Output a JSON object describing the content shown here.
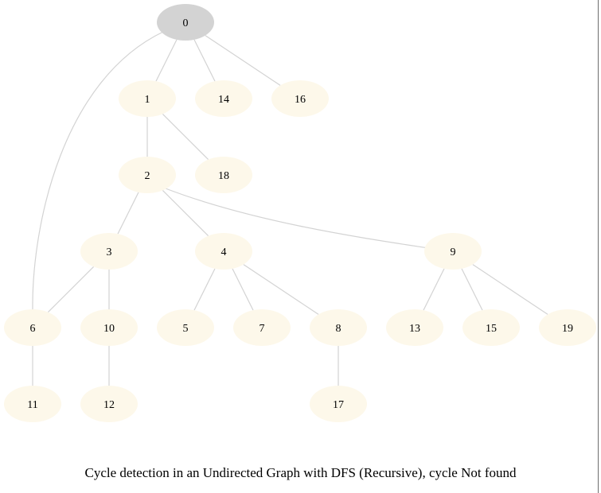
{
  "caption": "Cycle detection in an Undirected Graph with DFS (Recursive), cycle Not found",
  "colors": {
    "root_fill": "#d3d3d3",
    "node_fill": "#fdf8ea",
    "edge_stroke": "#d3d3d3",
    "text": "#000000"
  },
  "graph": {
    "root": "0",
    "nodes": [
      {
        "id": "0",
        "label": "0",
        "highlight": true
      },
      {
        "id": "1",
        "label": "1"
      },
      {
        "id": "14",
        "label": "14"
      },
      {
        "id": "16",
        "label": "16"
      },
      {
        "id": "2",
        "label": "2"
      },
      {
        "id": "18",
        "label": "18"
      },
      {
        "id": "3",
        "label": "3"
      },
      {
        "id": "4",
        "label": "4"
      },
      {
        "id": "9",
        "label": "9"
      },
      {
        "id": "6",
        "label": "6"
      },
      {
        "id": "10",
        "label": "10"
      },
      {
        "id": "5",
        "label": "5"
      },
      {
        "id": "7",
        "label": "7"
      },
      {
        "id": "8",
        "label": "8"
      },
      {
        "id": "13",
        "label": "13"
      },
      {
        "id": "15",
        "label": "15"
      },
      {
        "id": "19",
        "label": "19"
      },
      {
        "id": "11",
        "label": "11"
      },
      {
        "id": "12",
        "label": "12"
      },
      {
        "id": "17",
        "label": "17"
      }
    ],
    "edges": [
      [
        "0",
        "1"
      ],
      [
        "0",
        "14"
      ],
      [
        "0",
        "16"
      ],
      [
        "0",
        "6"
      ],
      [
        "1",
        "2"
      ],
      [
        "1",
        "18"
      ],
      [
        "2",
        "3"
      ],
      [
        "2",
        "4"
      ],
      [
        "2",
        "9"
      ],
      [
        "3",
        "6"
      ],
      [
        "3",
        "10"
      ],
      [
        "4",
        "5"
      ],
      [
        "4",
        "7"
      ],
      [
        "4",
        "8"
      ],
      [
        "9",
        "13"
      ],
      [
        "9",
        "15"
      ],
      [
        "9",
        "19"
      ],
      [
        "6",
        "11"
      ],
      [
        "10",
        "12"
      ],
      [
        "8",
        "17"
      ]
    ]
  }
}
